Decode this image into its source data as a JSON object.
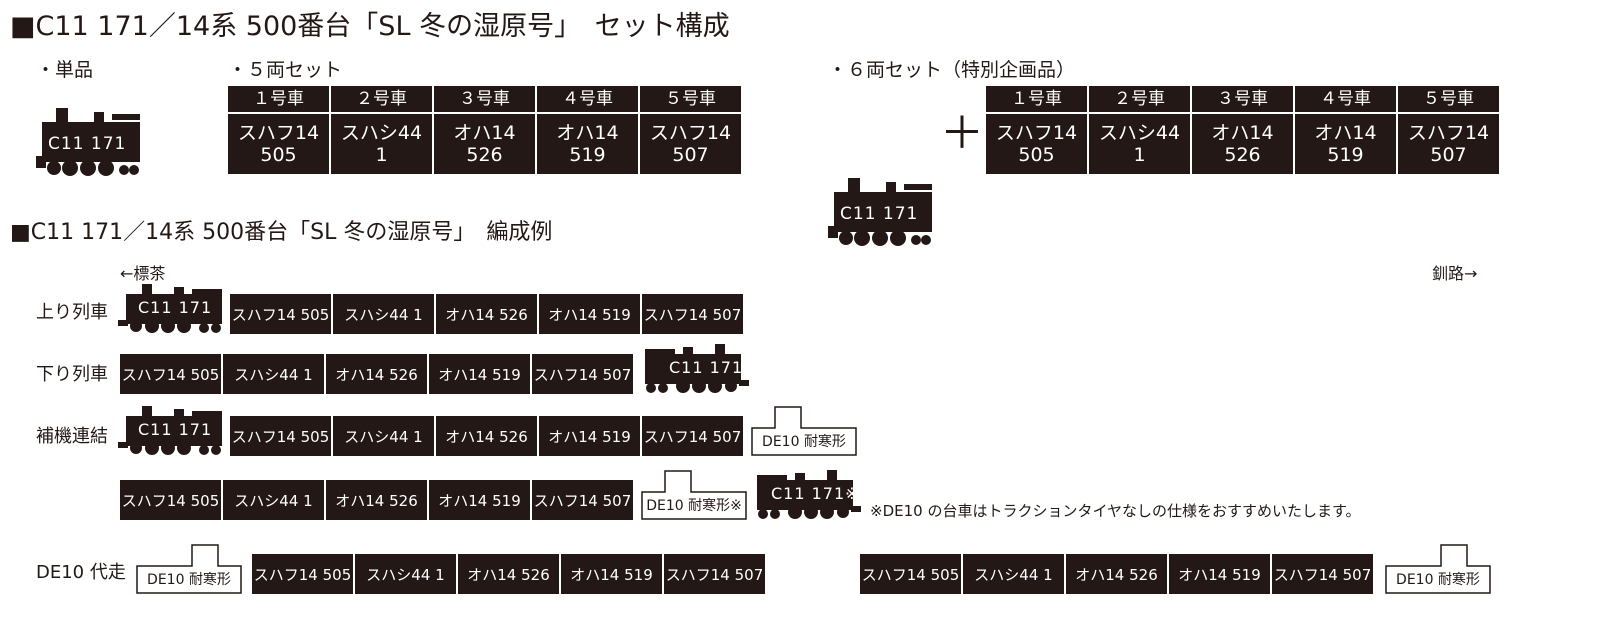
{
  "heading1": "■C11 171／14系 500番台「SL 冬の湿原号」　セット構成",
  "heading2": "■C11 171／14系 500番台「SL 冬の湿原号」　編成例",
  "set_single": {
    "label": "・単品",
    "loco": "C11 171"
  },
  "set_five": {
    "label": "・５両セット",
    "cars": [
      {
        "no": "１号車",
        "name": "スハフ14",
        "num": "505"
      },
      {
        "no": "２号車",
        "name": "スハシ44",
        "num": "1"
      },
      {
        "no": "３号車",
        "name": "オハ14",
        "num": "526"
      },
      {
        "no": "４号車",
        "name": "オハ14",
        "num": "519"
      },
      {
        "no": "５号車",
        "name": "スハフ14",
        "num": "507"
      }
    ]
  },
  "set_six": {
    "label": "・６両セット（特別企画品）",
    "loco": "C11 171",
    "plus": "＋",
    "cars": [
      {
        "no": "１号車",
        "name": "スハフ14",
        "num": "505"
      },
      {
        "no": "２号車",
        "name": "スハシ44",
        "num": "1"
      },
      {
        "no": "３号車",
        "name": "オハ14",
        "num": "526"
      },
      {
        "no": "４号車",
        "name": "オハ14",
        "num": "519"
      },
      {
        "no": "５号車",
        "name": "スハフ14",
        "num": "507"
      }
    ]
  },
  "direction": {
    "left": "←標茶",
    "right": "釧路→"
  },
  "cars_short": [
    "スハフ14 505",
    "スハシ44 1",
    "オハ14 526",
    "オハ14 519",
    "スハフ14 507"
  ],
  "rows": {
    "up": {
      "label": "上り列車",
      "loco": "C11 171"
    },
    "down": {
      "label": "下り列車",
      "loco": "C11 171"
    },
    "helper": {
      "label": "補機連結",
      "loco": "C11 171",
      "de10": "DE10 耐寒形"
    },
    "helper2": {
      "de10": "DE10 耐寒形※",
      "loco": "C11 171※",
      "note": "※DE10 の台車はトラクションタイヤなしの仕様をおすすめいたします。"
    },
    "de10sub": {
      "label": "DE10 代走",
      "de10_left": "DE10 耐寒形",
      "de10_right": "DE10 耐寒形"
    }
  }
}
